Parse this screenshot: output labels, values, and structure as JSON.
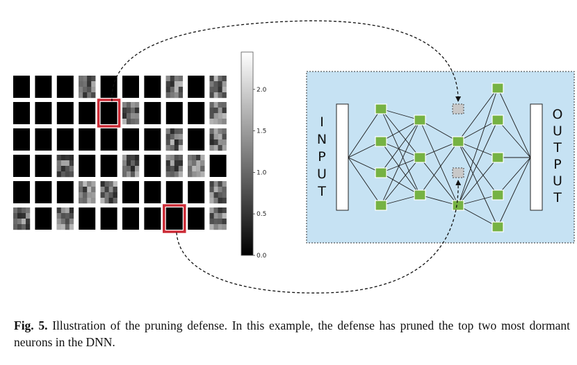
{
  "figure": {
    "caption_label": "Fig. 5.",
    "caption_text": " Illustration of the pruning defense. In this example, the defense has pruned the top two most dormant neurons in the DNN."
  },
  "heatmap": {
    "colorbar_ticks": [
      "2.0",
      "1.5",
      "1.0",
      "0.5",
      "0.0"
    ],
    "colorbar_tick_values": [
      2.0,
      1.5,
      1.0,
      0.5,
      0.0
    ],
    "colorbar_range": [
      0.0,
      2.45
    ],
    "rows": 6,
    "cols": 10,
    "textured_cells": [
      [
        0,
        3
      ],
      [
        0,
        7
      ],
      [
        0,
        9
      ],
      [
        1,
        5
      ],
      [
        1,
        9
      ],
      [
        2,
        7
      ],
      [
        2,
        9
      ],
      [
        3,
        2
      ],
      [
        3,
        5
      ],
      [
        3,
        7
      ],
      [
        3,
        8
      ],
      [
        4,
        3
      ],
      [
        4,
        4
      ],
      [
        4,
        9
      ],
      [
        5,
        0
      ],
      [
        5,
        2
      ],
      [
        5,
        9
      ]
    ],
    "pruned_cells": [
      [
        1,
        4
      ],
      [
        5,
        7
      ]
    ],
    "highlight_color": "#cc2b36"
  },
  "network": {
    "input_label": [
      "I",
      "N",
      "P",
      "U",
      "T"
    ],
    "output_label": [
      "O",
      "U",
      "T",
      "P",
      "U",
      "T"
    ],
    "panel_color": "#c6e2f3",
    "neuron_color": "#76b243",
    "pruned_neuron_color": "#c8c8c8"
  }
}
